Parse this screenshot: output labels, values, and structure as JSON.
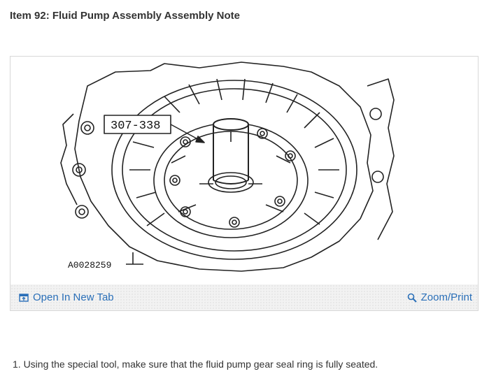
{
  "header": {
    "title": "Item 92: Fluid Pump Assembly Assembly Note"
  },
  "figure": {
    "tool_label": "307-338",
    "figure_code": "A0028259",
    "open_tab_label": "Open In New Tab",
    "zoom_label": "Zoom/Print",
    "icons": {
      "open_tab": "open-new-tab-icon",
      "zoom": "magnifier-icon"
    },
    "link_color": "#2a6fb8"
  },
  "instructions": {
    "step_1": "1. Using the special tool, make sure that the fluid pump gear seal ring is fully seated."
  }
}
